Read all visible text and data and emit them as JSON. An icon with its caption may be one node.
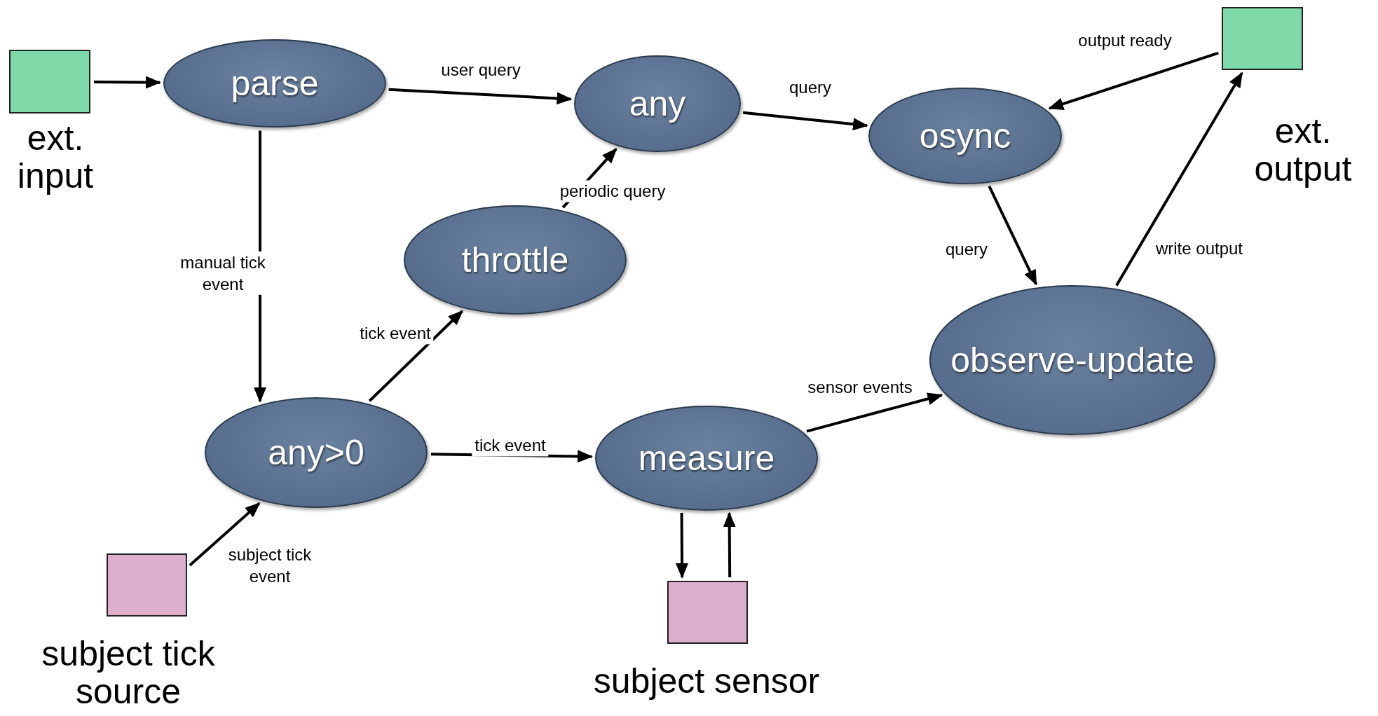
{
  "diagram": {
    "nodes": [
      {
        "text": [],
        "shape": "box",
        "beside": [
          "ext. input"
        ]
      },
      {
        "text": [
          "parse"
        ]
      },
      {
        "text": [
          "any"
        ]
      },
      {
        "text": [
          "osync"
        ]
      },
      {
        "text": [],
        "shape": "box",
        "beside": [
          "ext. output"
        ]
      },
      {
        "text": [
          "throttle"
        ]
      },
      {
        "text": [
          "observe-update"
        ]
      },
      {
        "text": [
          "any>0"
        ]
      },
      {
        "text": [
          "measure"
        ]
      },
      {
        "text": [],
        "shape": "box",
        "beside": [
          "subject tick source"
        ]
      },
      {
        "text": [],
        "shape": "box",
        "beside": [
          "subject sensor"
        ]
      }
    ],
    "edges": [
      {
        "from": 0,
        "to": 1,
        "arrow": "to"
      },
      {
        "from": 1,
        "to": 2,
        "arrow": "to",
        "label": "user query"
      },
      {
        "from": 2,
        "to": 3,
        "arrow": "to",
        "label": "query"
      },
      {
        "from": 4,
        "to": 3,
        "arrow": "to",
        "label": "output ready"
      },
      {
        "from": 3,
        "to": 6,
        "arrow": "to",
        "label": "query"
      },
      {
        "from": 6,
        "to": 4,
        "arrow": "to",
        "label": "write output"
      },
      {
        "from": 5,
        "to": 2,
        "arrow": "to",
        "label": "periodic query"
      },
      {
        "from": 1,
        "to": 7,
        "arrow": "to",
        "label": "manual tick event"
      },
      {
        "from": 7,
        "to": 5,
        "arrow": "to",
        "label": "tick event"
      },
      {
        "from": 7,
        "to": 8,
        "arrow": "to",
        "label": "tick event"
      },
      {
        "from": 8,
        "to": 6,
        "arrow": "to",
        "label": "sensor events"
      },
      {
        "from": 9,
        "to": 7,
        "arrow": "to",
        "label": "subject tick event"
      },
      {
        "from": 8,
        "to": 10,
        "arrow": "to"
      },
      {
        "from": 10,
        "to": 8,
        "arrow": "to"
      }
    ]
  }
}
